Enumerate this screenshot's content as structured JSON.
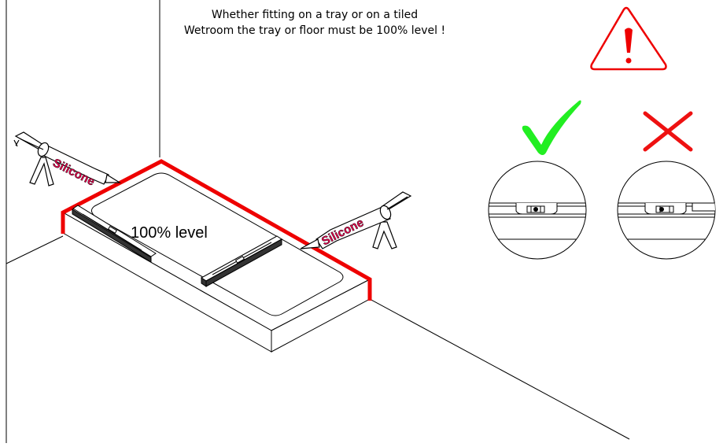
{
  "instructions": {
    "line1": "Whether fitting on a tray or on a tiled",
    "line2": "Wetroom the tray or floor must be 100% level  !"
  },
  "tray": {
    "level_label": "100% level",
    "silicone_left": "Silicone",
    "silicone_right": "Silicone"
  },
  "icons": {
    "warning": "warning-triangle-icon",
    "correct": "green-check-icon",
    "incorrect": "red-cross-icon"
  },
  "colors": {
    "silicone_bead": "#ee0000",
    "check": "#22ee22",
    "cross": "#ee1111",
    "warning": "#ee0000",
    "silicone_text": "#e0004a"
  }
}
